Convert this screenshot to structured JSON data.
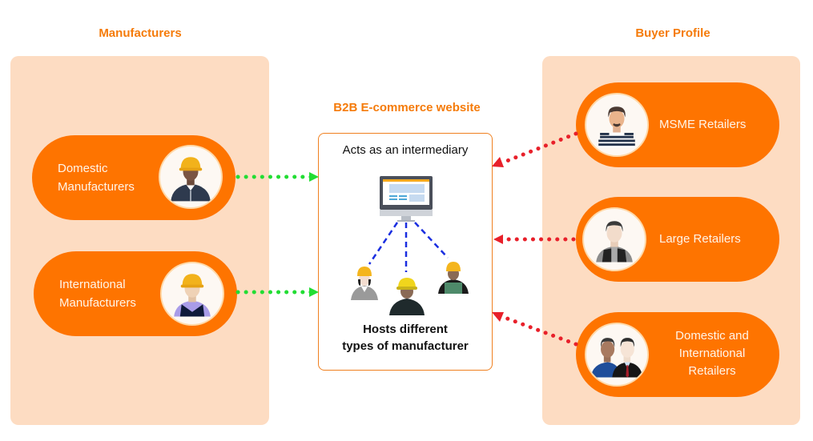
{
  "manufacturers": {
    "title": "Manufacturers",
    "items": [
      {
        "label_line1": "Domestic",
        "label_line2": "Manufacturers",
        "icon": "worker-dark-skin-icon"
      },
      {
        "label_line1": "International",
        "label_line2": "Manufacturers",
        "icon": "worker-vest-icon"
      }
    ]
  },
  "center": {
    "title": "B2B E-commerce website",
    "top_text": "Acts as an intermediary",
    "bottom_line1": "Hosts different",
    "bottom_line2": "types of manufacturer",
    "icons": [
      "computer-monitor-icon",
      "female-worker-icon",
      "male-worker-icon",
      "worker-overalls-icon"
    ]
  },
  "buyers": {
    "title": "Buyer Profile",
    "items": [
      {
        "label_line1": "MSME Retailers",
        "label_line2": "",
        "label_line3": "",
        "icon": "man-striped-shirt-icon"
      },
      {
        "label_line1": "Large Retailers",
        "label_line2": "",
        "label_line3": "",
        "icon": "man-vest-icon"
      },
      {
        "label_line1": "Domestic and",
        "label_line2": "International",
        "label_line3": "Retailers",
        "icon": "two-men-icon"
      }
    ]
  },
  "colors": {
    "accent": "#fe7400",
    "panel": "#fddcc2",
    "supply_arrow": "#22dd33",
    "demand_arrow": "#e8202a",
    "link_line": "#1a2ee0"
  }
}
